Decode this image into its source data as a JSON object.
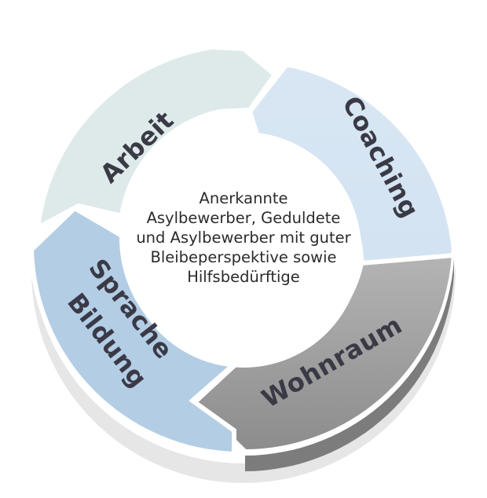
{
  "center": {
    "lines": [
      "Anerkannte",
      "Asylbewerber, Geduldete",
      "und Asylbewerber mit guter",
      "Bleibeperspektive sowie",
      "Hilfsbedürftige"
    ]
  },
  "segments": [
    {
      "id": "arbeit",
      "label_lines": [
        "Arbeit"
      ],
      "color": "#deeaea"
    },
    {
      "id": "coaching",
      "label_lines": [
        "Coaching"
      ],
      "color": "#d5e4f3"
    },
    {
      "id": "wohnraum",
      "label_lines": [
        "Wohnraum"
      ],
      "color": "#a3a3a3"
    },
    {
      "id": "sprache",
      "label_lines": [
        "Sprache",
        "Bildung"
      ],
      "color": "#b3cde5"
    }
  ]
}
